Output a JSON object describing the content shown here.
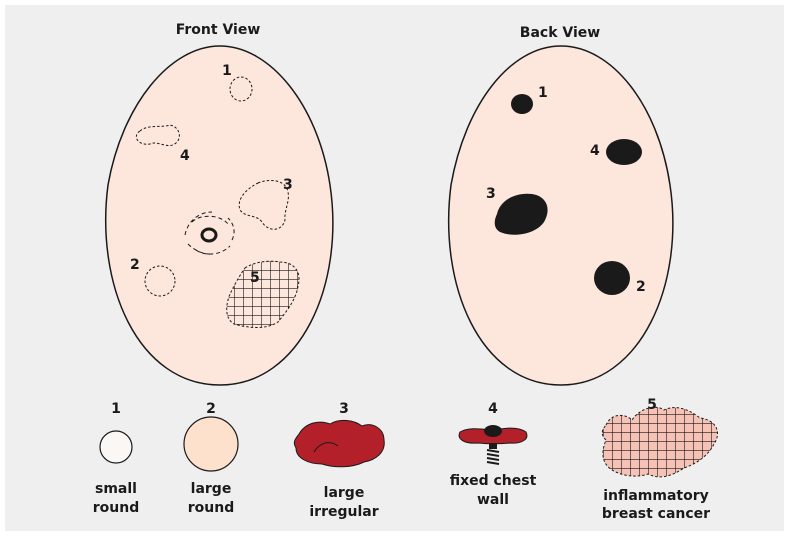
{
  "colors": {
    "panel_background": "#efefef",
    "breast_fill": "#fde6dc",
    "lump_dark": "#1a1a1a",
    "lump_red": "#b3202a",
    "small_round_fill": "#faf7f4",
    "large_round_fill": "#fde1cc",
    "inflammatory_fill": "#f6c2b6"
  },
  "front": {
    "title": "Front View",
    "labels": [
      "1",
      "4",
      "3",
      "2",
      "5"
    ]
  },
  "back": {
    "title": "Back View",
    "labels": [
      "1",
      "4",
      "3",
      "2"
    ]
  },
  "legend": [
    {
      "number": "1",
      "line1": "small",
      "line2": "round",
      "icon": "small-round-lump-icon"
    },
    {
      "number": "2",
      "line1": "large",
      "line2": "round",
      "icon": "large-round-lump-icon"
    },
    {
      "number": "3",
      "line1": "large",
      "line2": "irregular",
      "icon": "large-irregular-lump-icon"
    },
    {
      "number": "4",
      "line1": "fixed chest",
      "line2": "wall",
      "icon": "fixed-chest-wall-lump-icon"
    },
    {
      "number": "5",
      "line1": "inflammatory",
      "line2": "breast cancer",
      "icon": "inflammatory-breast-cancer-icon"
    }
  ]
}
